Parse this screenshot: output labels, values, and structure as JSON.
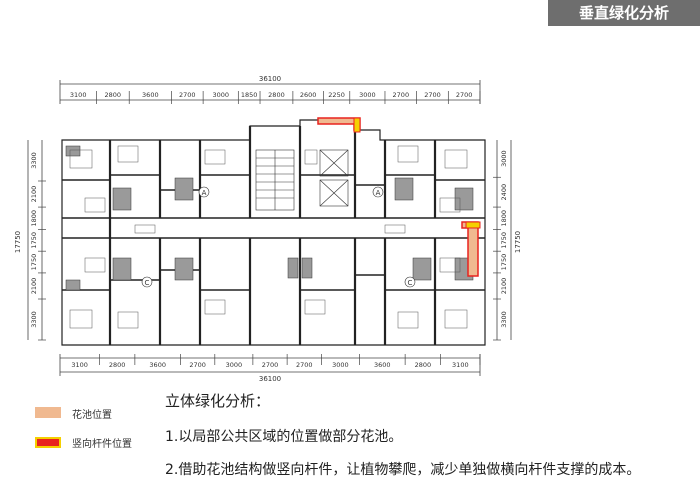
{
  "header": {
    "title": "垂直绿化分析"
  },
  "dimensions": {
    "total_top": "36100",
    "total_bottom": "36100",
    "top_segments": [
      "3100",
      "2800",
      "3600",
      "2700",
      "3000",
      "1850",
      "2800",
      "2600",
      "2250",
      "3000",
      "2700",
      "2700",
      "2700"
    ],
    "bottom_segments": [
      "3100",
      "2800",
      "3600",
      "2700",
      "3000",
      "2700",
      "2700",
      "3000",
      "3600",
      "2800",
      "3100"
    ],
    "left_segments": [
      "3300",
      "2100",
      "1800",
      "1750",
      "1750",
      "2100",
      "3300"
    ],
    "left_total": "17750",
    "right_segments": [
      "3000",
      "2400",
      "1800",
      "1750",
      "1750",
      "2100",
      "3300"
    ],
    "right_total": "17750"
  },
  "plan_labels": {
    "unit_a": "A",
    "unit_c": "C"
  },
  "legend": {
    "flower_bed": {
      "label": "花池位置",
      "color": "#f0b990"
    },
    "vertical_pole": {
      "label": "竖向杆件位置",
      "fill": "#e8231f",
      "border": "#f5d000"
    }
  },
  "analysis": {
    "heading": "立体绿化分析：",
    "point1": "1.以局部公共区域的位置做部分花池。",
    "point2": "2.借助花池结构做竖向杆件，让植物攀爬，减少单独做横向杆件支撑的成本。"
  }
}
